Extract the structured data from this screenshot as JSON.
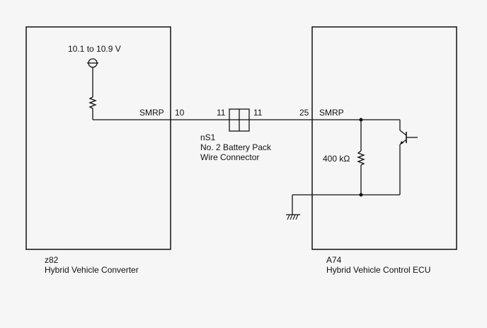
{
  "components": {
    "left_unit": {
      "code": "z82",
      "name": "Hybrid Vehicle Converter"
    },
    "right_unit": {
      "code": "A74",
      "name": "Hybrid Vehicle Control ECU"
    },
    "connector": {
      "code": "nS1",
      "name_line1": "No. 2 Battery Pack",
      "name_line2": "Wire Connector",
      "pin_left": "11",
      "pin_right": "11"
    }
  },
  "signals": {
    "left_terminal": "SMRP",
    "left_pin": "10",
    "right_pin": "25",
    "right_terminal": "SMRP"
  },
  "voltage_label": "10.1 to 10.9 V",
  "resistor_value": "400 kΩ"
}
